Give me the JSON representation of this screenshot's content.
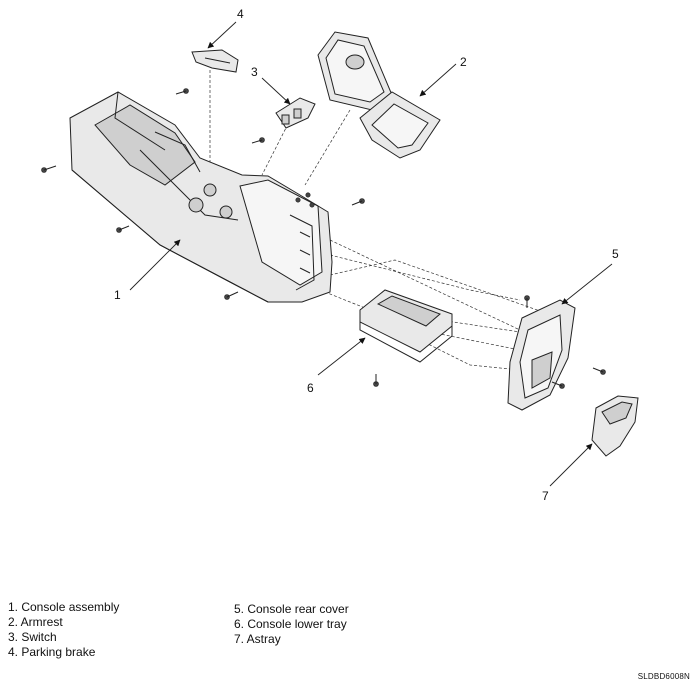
{
  "callouts": [
    "1",
    "2",
    "3",
    "4",
    "5",
    "6",
    "7"
  ],
  "legend_left": [
    "1. Console assembly",
    "2. Armrest",
    "3. Switch",
    "4. Parking brake"
  ],
  "legend_right": [
    "5. Console rear cover",
    "6. Console lower tray",
    "7. Astray"
  ],
  "diagram_code": "SLDBD6008N"
}
